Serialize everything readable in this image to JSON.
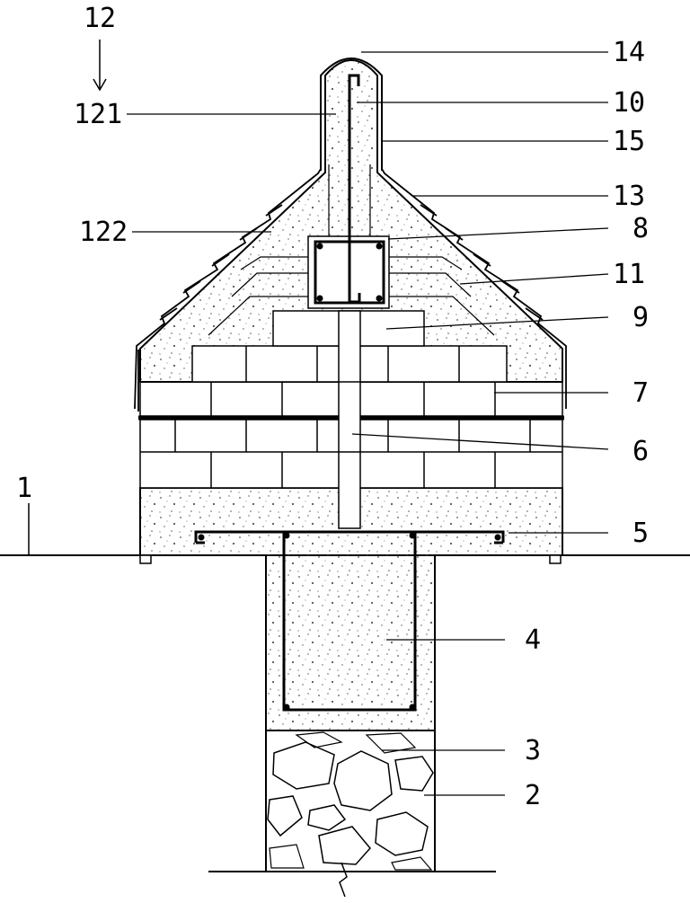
{
  "labels": {
    "l1": "1",
    "l2": "2",
    "l3": "3",
    "l4": "4",
    "l5": "5",
    "l6": "6",
    "l7": "7",
    "l8": "8",
    "l9": "9",
    "l10": "10",
    "l11": "11",
    "l12": "12",
    "l121": "121",
    "l122": "122",
    "l13": "13",
    "l14": "14",
    "l15": "15"
  },
  "colors": {
    "line": "#000000",
    "background": "#ffffff",
    "concrete_fill": "#ffffff",
    "speckle": "#555555"
  }
}
